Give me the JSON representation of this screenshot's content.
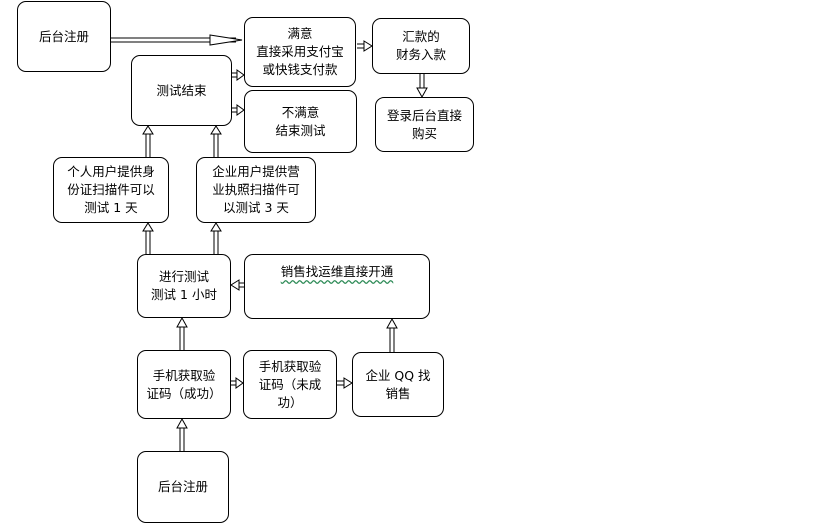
{
  "diagram": {
    "nodes": {
      "reg_top": "后台注册",
      "satisfied": "满意\n直接采用支付宝\n或快钱支付款",
      "remit": "汇款的\n财务入款",
      "login_buy": "登录后台直接\n购买",
      "test_end": "测试结束",
      "unsatisfied": "不满意\n结束测试",
      "personal": "个人用户提供身\n份证扫描件可以\n测试 1 天",
      "enterprise": "企业用户提供营\n业执照扫描件可\n以测试 3 天",
      "test_hour": "进行测试\n测试 1 小时",
      "sales_open": "销售找运维直接开通",
      "phone_ok": "手机获取验\n证码（成功）",
      "phone_fail": "手机获取验\n证码（未成\n功）",
      "qq_sales": "企业 QQ 找\n销售",
      "reg_bottom": "后台注册"
    },
    "colors": {
      "stroke": "#000000",
      "arrow_fill": "#ffffff",
      "squiggle": "#2e8b57"
    }
  }
}
